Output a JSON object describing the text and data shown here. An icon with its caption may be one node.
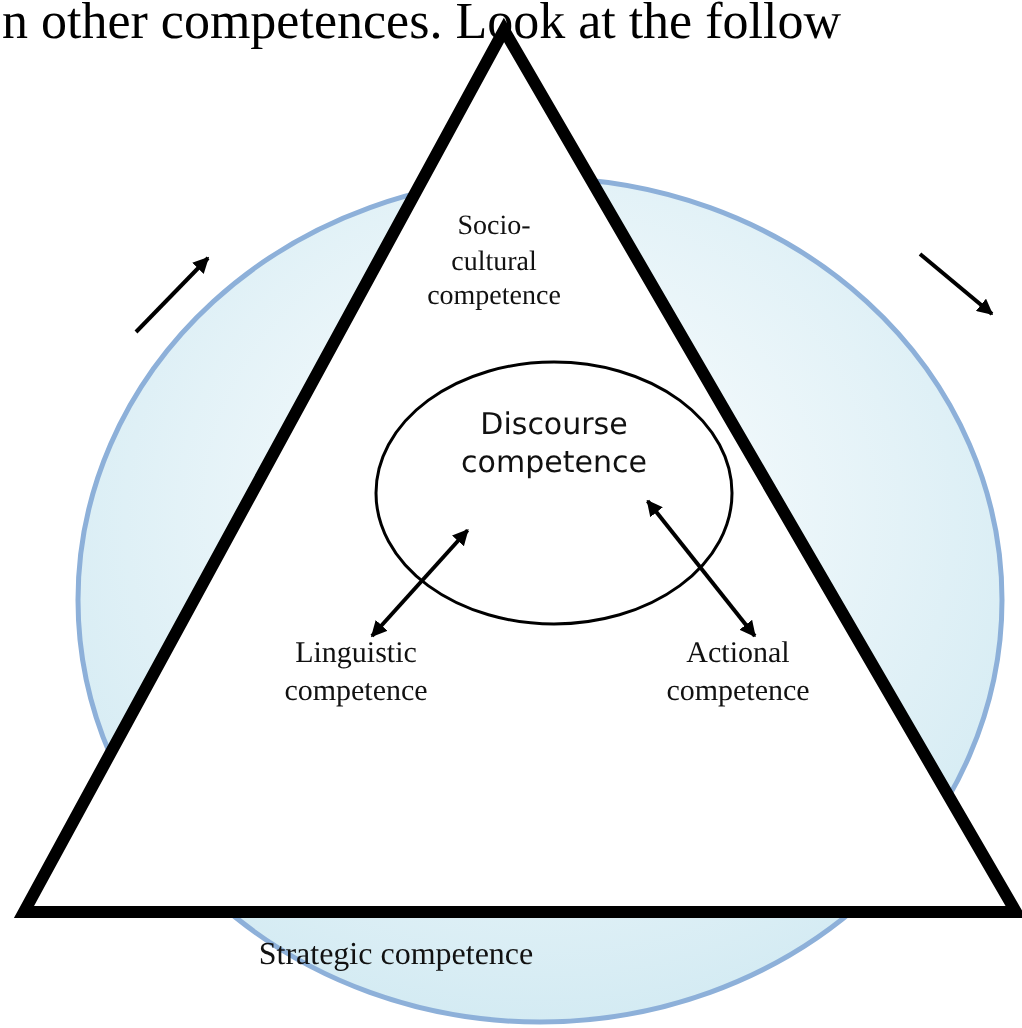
{
  "diagram": {
    "nodes": [
      {
        "text": [
          "Strategic competence"
        ]
      },
      {
        "text": [
          "Socio- cultural competence"
        ],
        "in": 0
      },
      {
        "text": [
          "Discourse competence"
        ],
        "in": 0
      },
      {
        "text": [
          "Linguistic competence"
        ],
        "in": 0
      },
      {
        "text": [
          "Actional competence"
        ],
        "in": 0
      }
    ],
    "edges": [
      {
        "from": 3,
        "to": 2,
        "arrow": "both"
      },
      {
        "from": 2,
        "to": 4,
        "arrow": "both"
      }
    ],
    "labels": [
      "n other competences. Look at the follow"
    ]
  }
}
